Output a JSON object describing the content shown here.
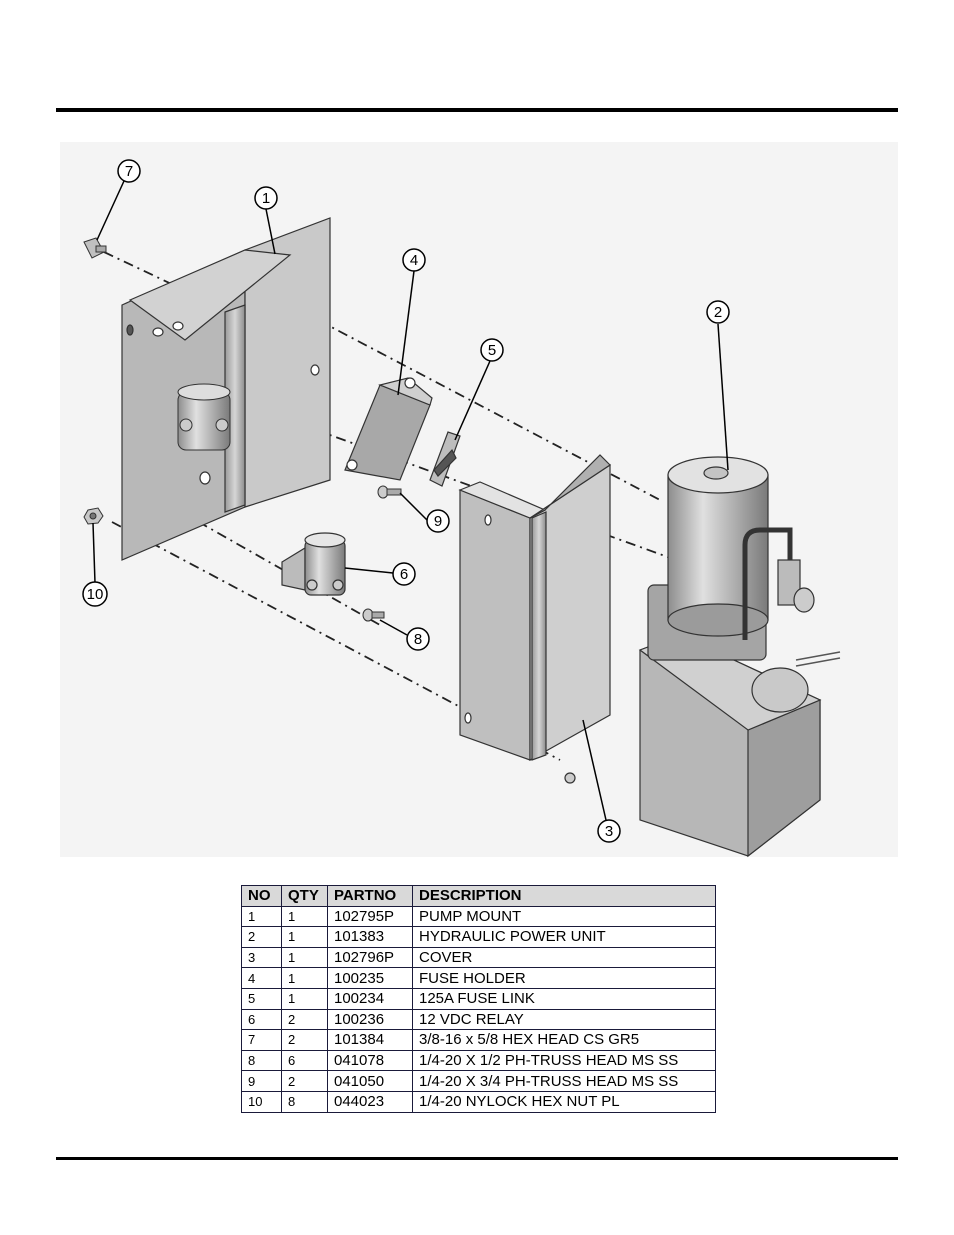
{
  "diagram": {
    "callouts": [
      {
        "no": "1"
      },
      {
        "no": "2"
      },
      {
        "no": "3"
      },
      {
        "no": "4"
      },
      {
        "no": "5"
      },
      {
        "no": "6"
      },
      {
        "no": "7"
      },
      {
        "no": "8"
      },
      {
        "no": "9"
      },
      {
        "no": "10"
      }
    ]
  },
  "parts_table": {
    "headers": [
      "NO",
      "QTY",
      "PARTNO",
      "DESCRIPTION"
    ],
    "rows": [
      {
        "no": "1",
        "qty": "1",
        "partno": "102795P",
        "description": "PUMP MOUNT"
      },
      {
        "no": "2",
        "qty": "1",
        "partno": "101383",
        "description": "HYDRAULIC POWER UNIT"
      },
      {
        "no": "3",
        "qty": "1",
        "partno": "102796P",
        "description": "COVER"
      },
      {
        "no": "4",
        "qty": "1",
        "partno": "100235",
        "description": "FUSE HOLDER"
      },
      {
        "no": "5",
        "qty": "1",
        "partno": "100234",
        "description": "125A FUSE LINK"
      },
      {
        "no": "6",
        "qty": "2",
        "partno": "100236",
        "description": "12 VDC RELAY"
      },
      {
        "no": "7",
        "qty": "2",
        "partno": "101384",
        "description": "3/8-16 x 5/8 HEX HEAD CS GR5"
      },
      {
        "no": "8",
        "qty": "6",
        "partno": "041078",
        "description": "1/4-20 X 1/2 PH-TRUSS HEAD MS SS"
      },
      {
        "no": "9",
        "qty": "2",
        "partno": "041050",
        "description": "1/4-20 X 3/4 PH-TRUSS HEAD MS SS"
      },
      {
        "no": "10",
        "qty": "8",
        "partno": "044023",
        "description": "1/4-20 NYLOCK HEX NUT PL"
      }
    ]
  }
}
